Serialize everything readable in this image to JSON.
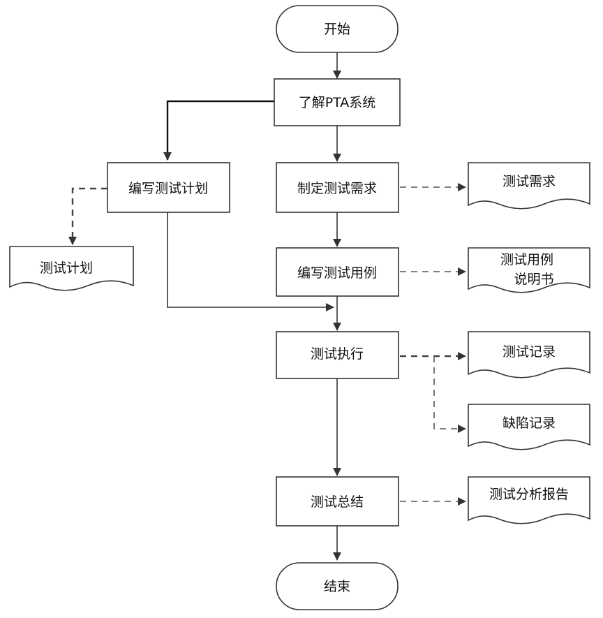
{
  "nodes": {
    "start": "开始",
    "understand_pta": "了解PTA系统",
    "write_test_plan": "编写测试计划",
    "define_requirements": "制定测试需求",
    "write_test_cases": "编写测试用例",
    "execute_tests": "测试执行",
    "summarize_tests": "测试总结",
    "end": "结束"
  },
  "documents": {
    "test_plan": "测试计划",
    "test_requirements": "测试需求",
    "test_case_spec_line1": "测试用例",
    "test_case_spec_line2": "说明书",
    "test_log": "测试记录",
    "defect_log": "缺陷记录",
    "analysis_report": "测试分析报告"
  }
}
